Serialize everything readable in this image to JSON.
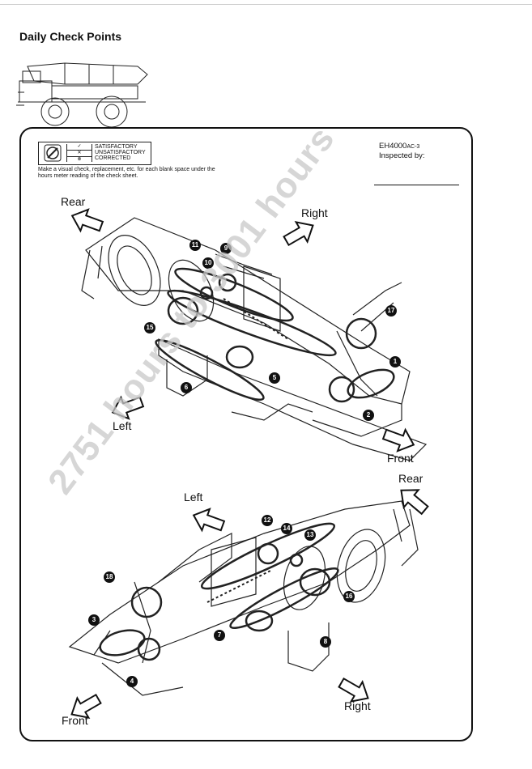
{
  "title": "Daily Check Points",
  "legend": [
    {
      "symbol": "✓",
      "label": "SATISFACTORY"
    },
    {
      "symbol": "✕",
      "label": "UNSATISFACTORY"
    },
    {
      "symbol": "⊗",
      "label": "CORRECTED"
    }
  ],
  "instructions": "Make a visual check, replacement, etc. for each blank space under the hours meter reading of the check sheet.",
  "model": {
    "name": "EH4000",
    "suffix": "AC-3"
  },
  "inspected_by": "Inspected by:",
  "watermark": "2751 hours to 3001 hours",
  "directions_top": {
    "rear": "Rear",
    "right": "Right",
    "left": "Left",
    "front": "Front"
  },
  "directions_bottom": {
    "rear": "Rear",
    "left": "Left",
    "front": "Front",
    "right": "Right"
  },
  "callouts_top": [
    "11",
    "9",
    "10",
    "17",
    "15",
    "1",
    "5",
    "6",
    "2"
  ],
  "callouts_bottom": [
    "12",
    "14",
    "13",
    "18",
    "16",
    "3",
    "7",
    "8",
    "4"
  ],
  "icons": {
    "legend": "check-mark-icon",
    "truck": "dump-truck-icon",
    "arrow": "direction-arrow-icon"
  }
}
